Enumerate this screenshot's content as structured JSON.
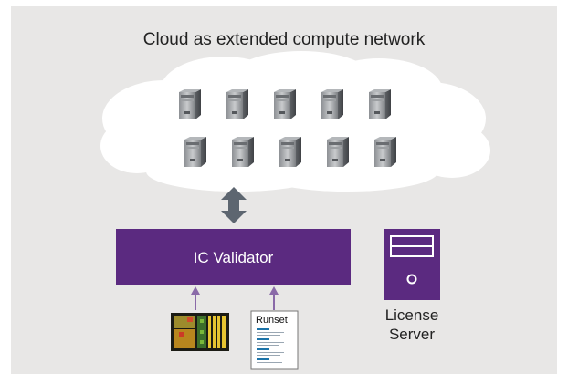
{
  "title": "Cloud as extended compute network",
  "validator": {
    "label": "IC Validator"
  },
  "license_server": {
    "line1": "License",
    "line2": "Server"
  },
  "runset": {
    "label": "Runset"
  },
  "colors": {
    "purple": "#5b2a80",
    "arrow_gray": "#5d6670",
    "background": "#e8e7e6",
    "cloud": "#ffffff"
  },
  "icons": {
    "server": "server-tower-icon",
    "chip": "chip-layout-icon",
    "document": "runset-document-icon"
  }
}
